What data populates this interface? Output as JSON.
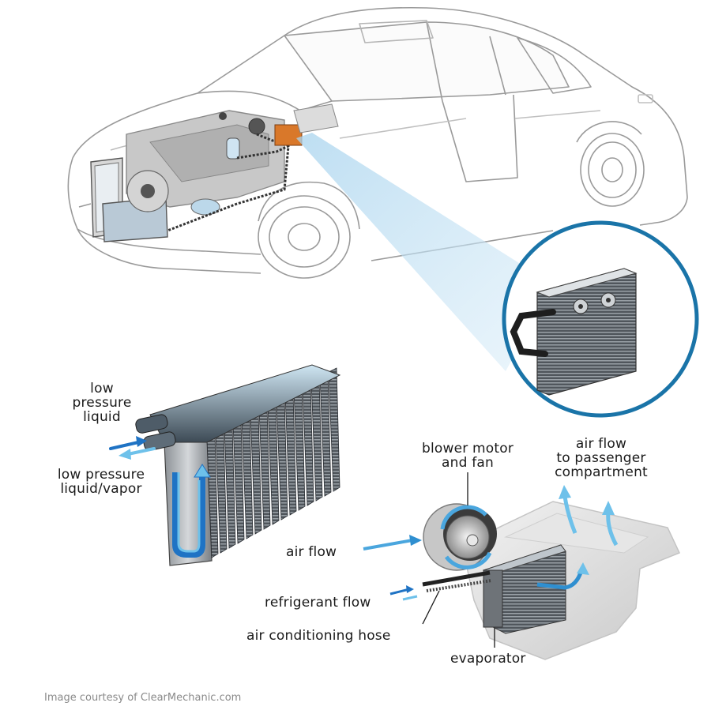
{
  "title": "Car air conditioning evaporator diagram",
  "labels": {
    "low_pressure_liquid": [
      "low",
      "pressure",
      "liquid"
    ],
    "low_pressure_liquid_vapor": [
      "low pressure",
      "liquid/vapor"
    ],
    "blower_motor": [
      "blower motor",
      "and fan"
    ],
    "air_flow_passenger": [
      "air flow",
      "to passenger",
      "compartment"
    ],
    "air_flow": "air flow",
    "refrigerant_flow": "refrigerant flow",
    "ac_hose": "air conditioning hose",
    "evaporator": "evaporator"
  },
  "credit": "Image courtesy of ClearMechanic.com",
  "colors": {
    "callout_ring": "#1a74a8",
    "beam": "#bfe0f2",
    "flow_dark": "#1f73c4",
    "flow_light": "#6ec1ea",
    "evaporator_highlight": "#d9782a",
    "car_outline": "#9a9a9a",
    "engine_gray": "#b8b8b8"
  }
}
